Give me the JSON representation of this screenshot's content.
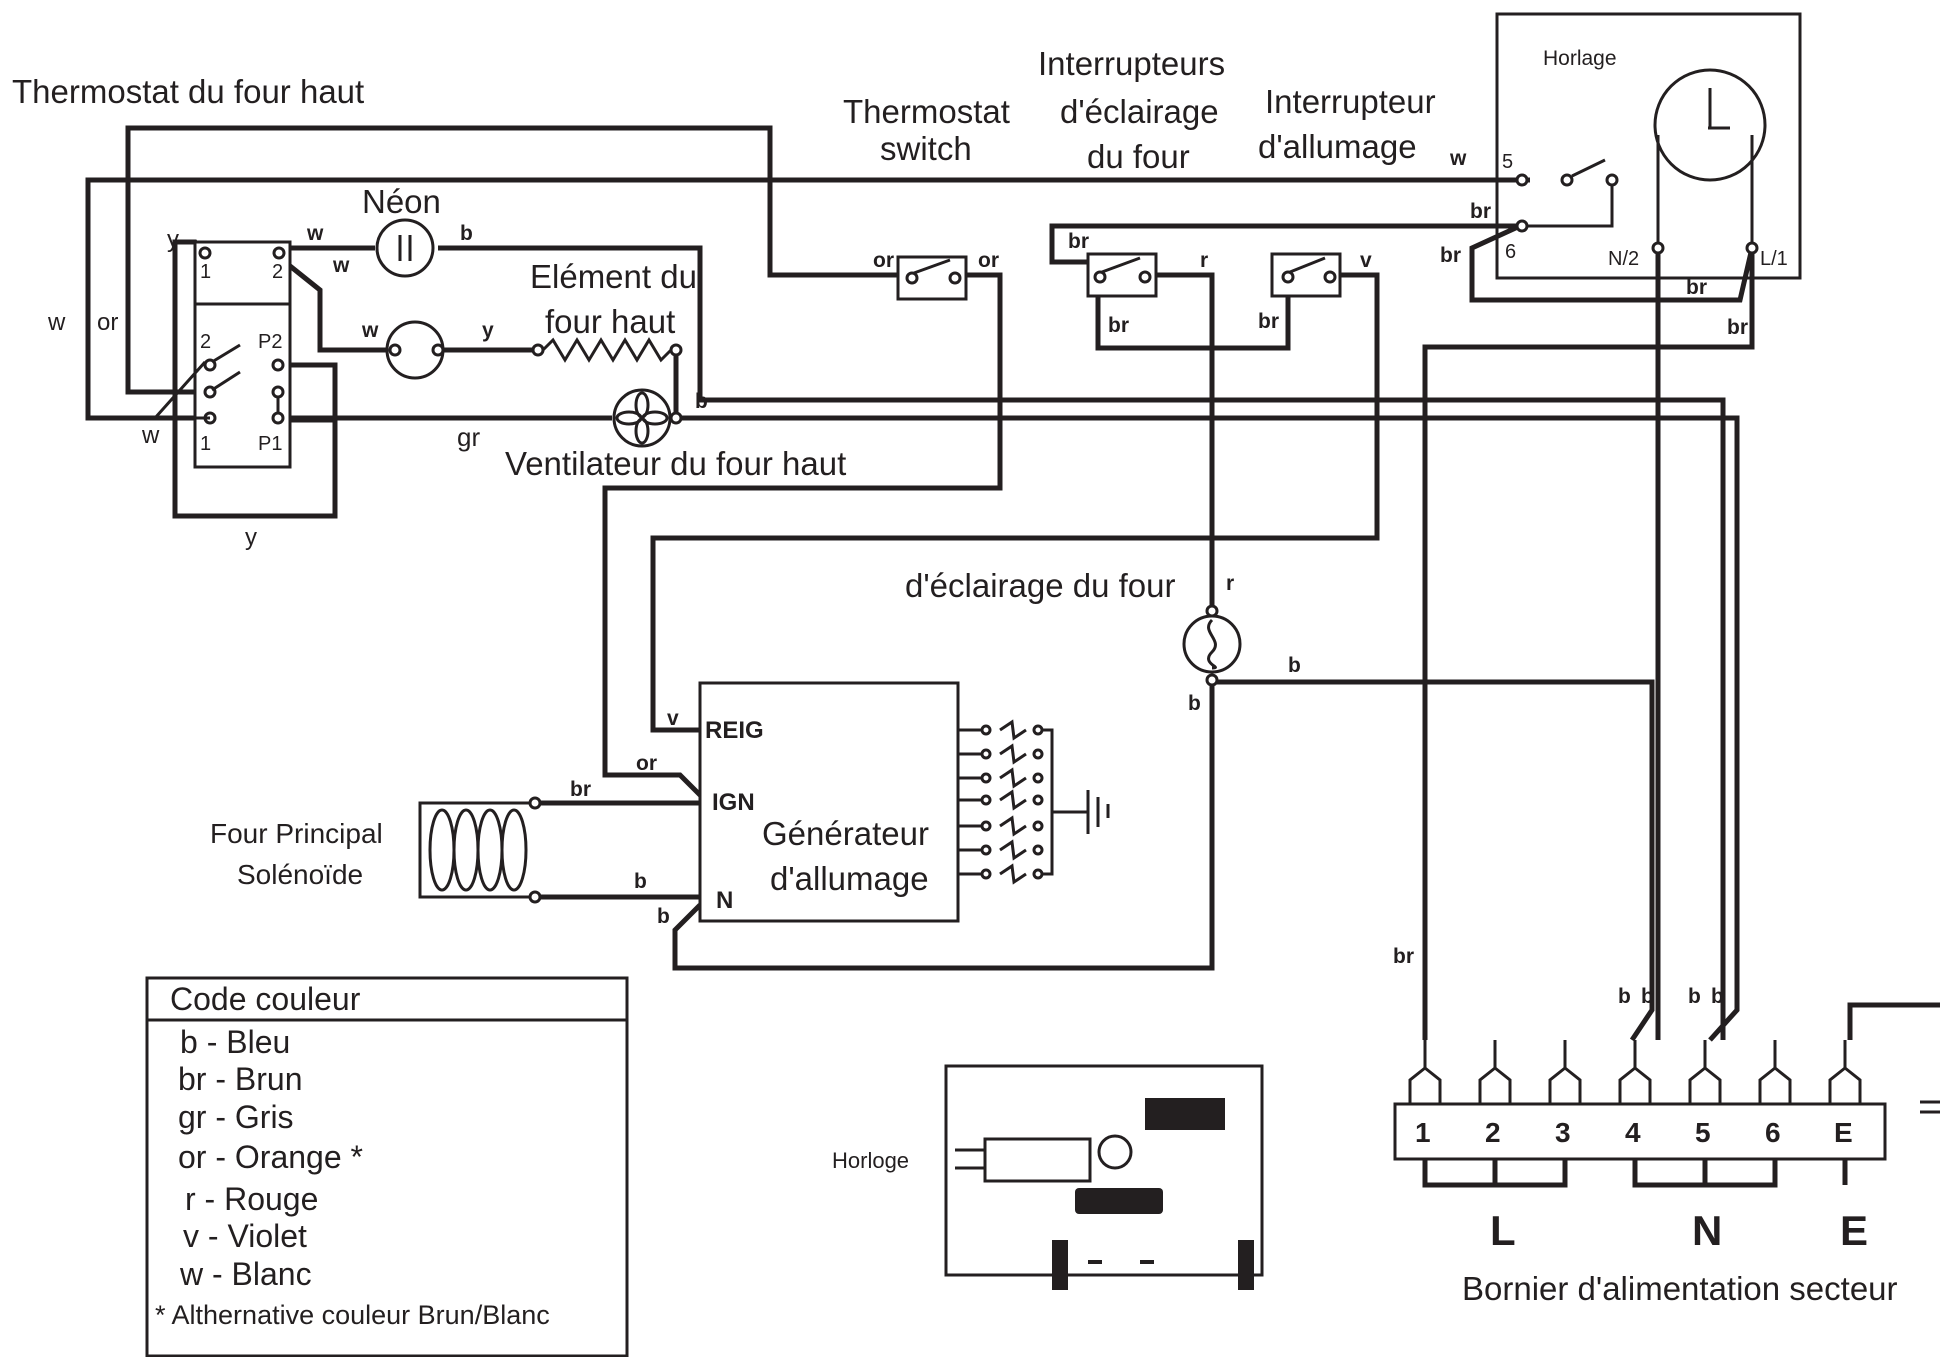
{
  "titles": {
    "thermostat_top": "Thermostat du four haut",
    "thermostat_switch": [
      "Thermostat",
      "switch"
    ],
    "light_switches": [
      "Interrupteurs",
      "d'éclairage",
      "du four"
    ],
    "ignition_switch": [
      "Interrupteur",
      "d'allumage"
    ],
    "clock_box": "Horlage",
    "neon": "Néon",
    "element": [
      "Elément du",
      "four haut"
    ],
    "fan": "Ventilateur du four haut",
    "oven_lamp": "d'éclairage du four",
    "solenoid": [
      "Four Principal",
      "Solénoïde"
    ],
    "generator": [
      "Générateur",
      "d'allumage"
    ],
    "clock_board": "Horloge",
    "terminal_block": "Bornier d'alimentation secteur"
  },
  "generator_pins": {
    "reig": "REIG",
    "ign": "IGN",
    "n": "N"
  },
  "thermostat_pins": {
    "t1": "1",
    "t2": "2",
    "m2": "2",
    "p2": "P2",
    "m1": "1",
    "p1": "P1"
  },
  "clock_pins": {
    "p5": "5",
    "p6": "6",
    "n2": "N/2",
    "l1": "L/1"
  },
  "wire_codes": {
    "w": "w",
    "or": "or",
    "y": "y",
    "b": "b",
    "br": "br",
    "r": "r",
    "v": "v",
    "gr": "gr"
  },
  "terminals": [
    "1",
    "2",
    "3",
    "4",
    "5",
    "6",
    "E"
  ],
  "terminal_groups": [
    "L",
    "N",
    "E"
  ],
  "legend": {
    "title": "Code couleur",
    "items": [
      "b - Bleu",
      "br - Brun",
      "gr - Gris",
      "or - Orange *",
      "r - Rouge",
      "v - Violet",
      "w - Blanc",
      "*  Althernative couleur Brun/Blanc"
    ]
  }
}
